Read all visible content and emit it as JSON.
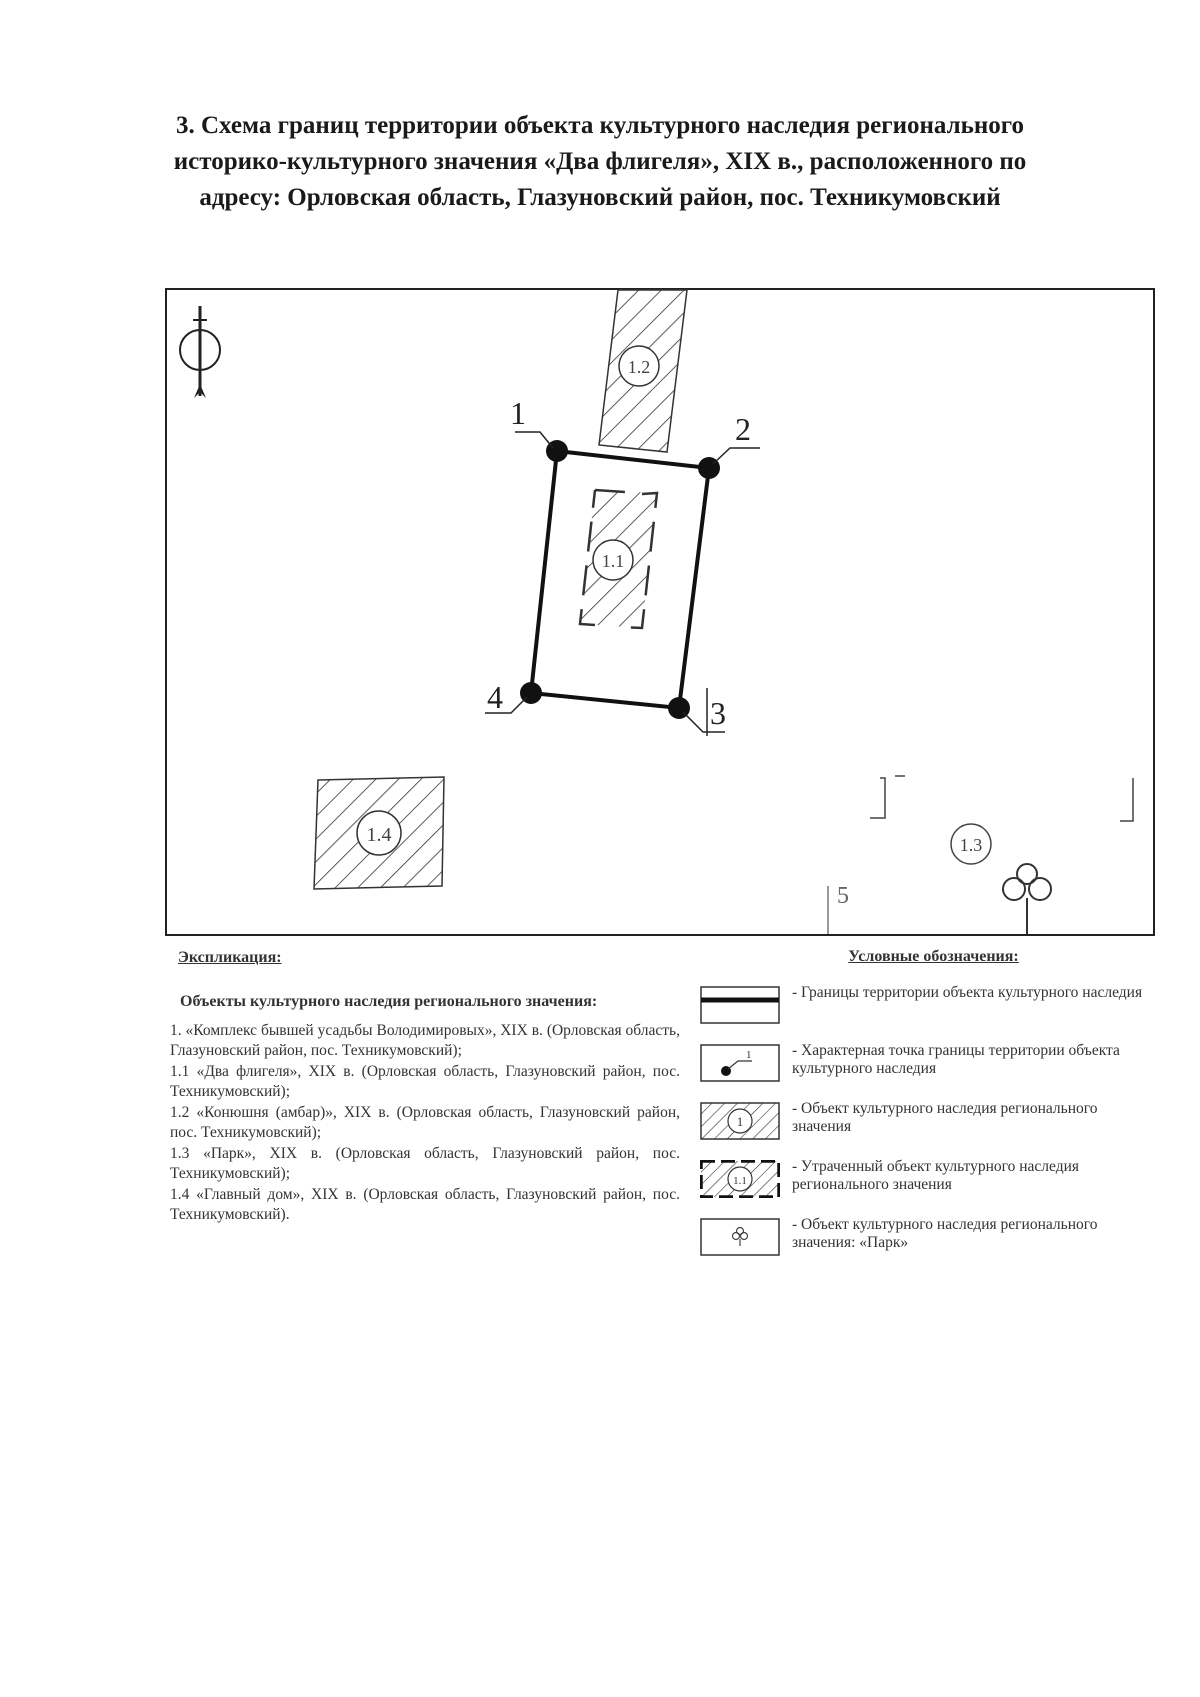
{
  "title": {
    "line1": "3. Схема границ территории объекта культурного наследия регионального",
    "line2": "историко-культурного значения «Два флигеля», XIX в., расположенного по",
    "line3": "адресу: Орловская область, Глазуновский район, пос. Техникумовский"
  },
  "map": {
    "points": [
      {
        "label": "1"
      },
      {
        "label": "2"
      },
      {
        "label": "3"
      },
      {
        "label": "4"
      }
    ],
    "objects": [
      {
        "label": "1.1"
      },
      {
        "label": "1.2"
      },
      {
        "label": "1.3"
      },
      {
        "label": "1.4"
      }
    ],
    "stray_mark": "5"
  },
  "explication": {
    "heading": "Экспликация:",
    "subheading": "Объекты культурного наследия регионального значения:",
    "items": [
      "1. «Комплекс бывшей усадьбы Володимировых», XIX в. (Орловская область, Глазуновский район, пос. Техникумовский);",
      "1.1 «Два флигеля», XIX в. (Орловская область, Глазуновский район, пос. Техникумовский);",
      "1.2 «Конюшня (амбар)», XIX в. (Орловская область, Глазуновский район, пос. Техникумовский);",
      "1.3 «Парк», XIX в. (Орловская область, Глазуновский район, пос. Техникумовский);",
      "1.4 «Главный дом», XIX в. (Орловская область, Глазуновский район, пос. Техникумовский)."
    ]
  },
  "legend": {
    "heading": "Условные обозначения:",
    "items": [
      {
        "symbol": "boundary-line",
        "text": "- Границы территории объекта культурного наследия"
      },
      {
        "symbol": "point",
        "point_label": "1",
        "text": "- Характерная точка границы территории объекта культурного наследия"
      },
      {
        "symbol": "hatched-object",
        "object_label": "1",
        "text": "- Объект культурного наследия регионального значения"
      },
      {
        "symbol": "lost-object",
        "object_label": "1.1",
        "text": "- Утраченный объект культурного наследия регионального значения"
      },
      {
        "symbol": "park",
        "text": "- Объект культурного наследия регионального значения: «Парк»"
      }
    ]
  }
}
